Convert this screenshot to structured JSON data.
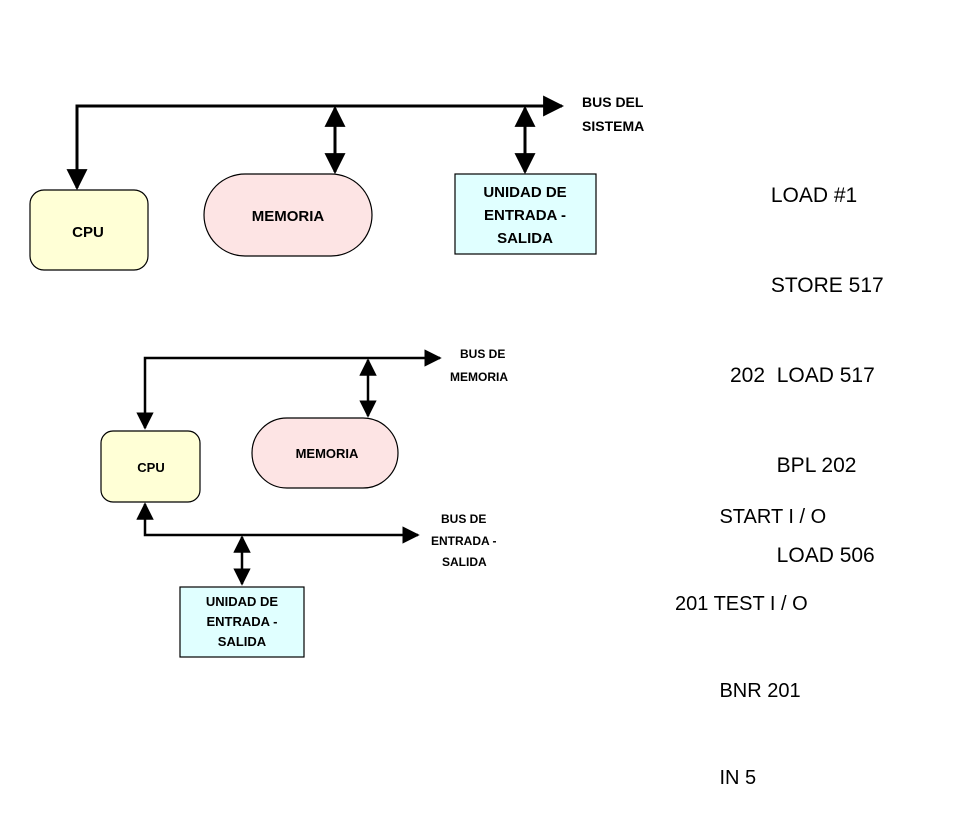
{
  "top_diagram": {
    "cpu": "CPU",
    "memory": "MEMORIA",
    "io_unit": [
      "UNIDAD DE",
      "ENTRADA -",
      "SALIDA"
    ],
    "bus": [
      "BUS DEL",
      "SISTEMA"
    ]
  },
  "bottom_diagram": {
    "cpu": "CPU",
    "memory": "MEMORIA",
    "io_unit": [
      "UNIDAD DE",
      "ENTRADA -",
      "SALIDA"
    ],
    "memory_bus": [
      "BUS DE",
      "MEMORIA"
    ],
    "io_bus": [
      "BUS DE",
      "ENTRADA -",
      "SALIDA"
    ]
  },
  "code_top": [
    "       LOAD #1",
    "       STORE 517",
    "202  LOAD 517",
    "        BPL 202",
    "        LOAD 506"
  ],
  "code_bottom": [
    "        START I / O",
    "201 TEST I / O",
    "        BNR 201",
    "        IN 5"
  ],
  "colors": {
    "cpu_fill": "#ffffd6",
    "memory_fill": "#fde4e4",
    "io_fill": "#e0ffff",
    "line": "#000000"
  }
}
